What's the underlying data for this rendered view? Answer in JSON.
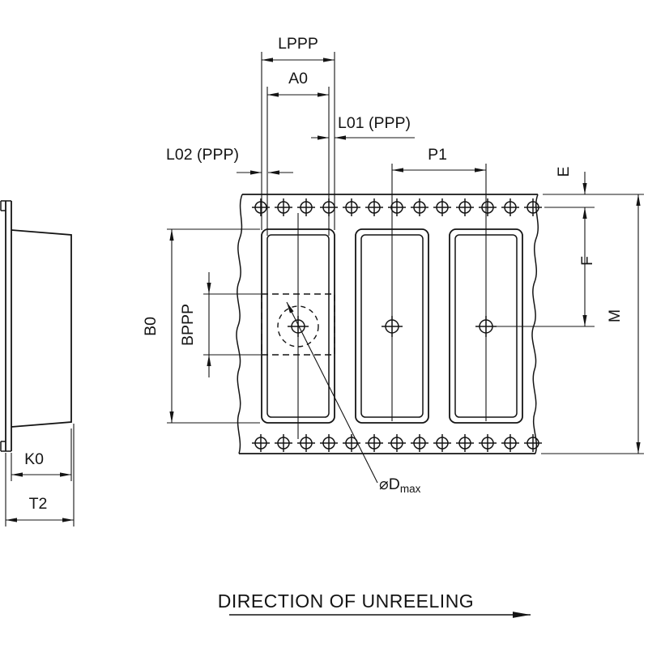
{
  "drawing": {
    "labels": {
      "lppp": "LPPP",
      "a0": "A0",
      "l01": "L01 (PPP)",
      "l02": "L02 (PPP)",
      "p1": "P1",
      "e": "E",
      "f": "F",
      "m": "M",
      "b0": "B0",
      "bppp": "BPPP",
      "k0": "K0",
      "t2": "T2",
      "dmax_prefix": "⌀D",
      "dmax_subscript": "max"
    },
    "footer_text": "DIRECTION OF UNREELING",
    "colors": {
      "line": "#141414",
      "background": "#ffffff"
    }
  }
}
